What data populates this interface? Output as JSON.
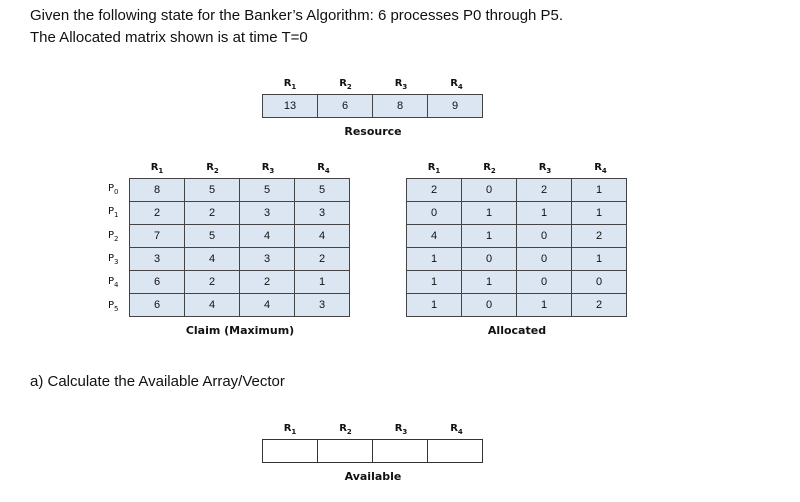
{
  "question": {
    "line1": "Given the following state for the Banker’s Algorithm: 6 processes P0 through P5.",
    "line2": "The Allocated matrix shown is at time T=0"
  },
  "resources": [
    "R1",
    "R2",
    "R3",
    "R4"
  ],
  "resource_vector": {
    "caption": "Resource",
    "values": [
      "13",
      "6",
      "8",
      "9"
    ]
  },
  "processes": [
    "P0",
    "P1",
    "P2",
    "P3",
    "P4",
    "P5"
  ],
  "claim": {
    "caption": "Claim (Maximum)",
    "rows": [
      [
        "8",
        "5",
        "5",
        "5"
      ],
      [
        "2",
        "2",
        "3",
        "3"
      ],
      [
        "7",
        "5",
        "4",
        "4"
      ],
      [
        "3",
        "4",
        "3",
        "2"
      ],
      [
        "6",
        "2",
        "2",
        "1"
      ],
      [
        "6",
        "4",
        "4",
        "3"
      ]
    ]
  },
  "allocated": {
    "caption": "Allocated",
    "rows": [
      [
        "2",
        "0",
        "2",
        "1"
      ],
      [
        "0",
        "1",
        "1",
        "1"
      ],
      [
        "4",
        "1",
        "0",
        "2"
      ],
      [
        "1",
        "0",
        "0",
        "1"
      ],
      [
        "1",
        "1",
        "0",
        "0"
      ],
      [
        "1",
        "0",
        "1",
        "2"
      ]
    ]
  },
  "part_a": "a) Calculate the Available Array/Vector",
  "available": {
    "caption": "Available",
    "values": [
      "",
      "",
      "",
      ""
    ]
  }
}
